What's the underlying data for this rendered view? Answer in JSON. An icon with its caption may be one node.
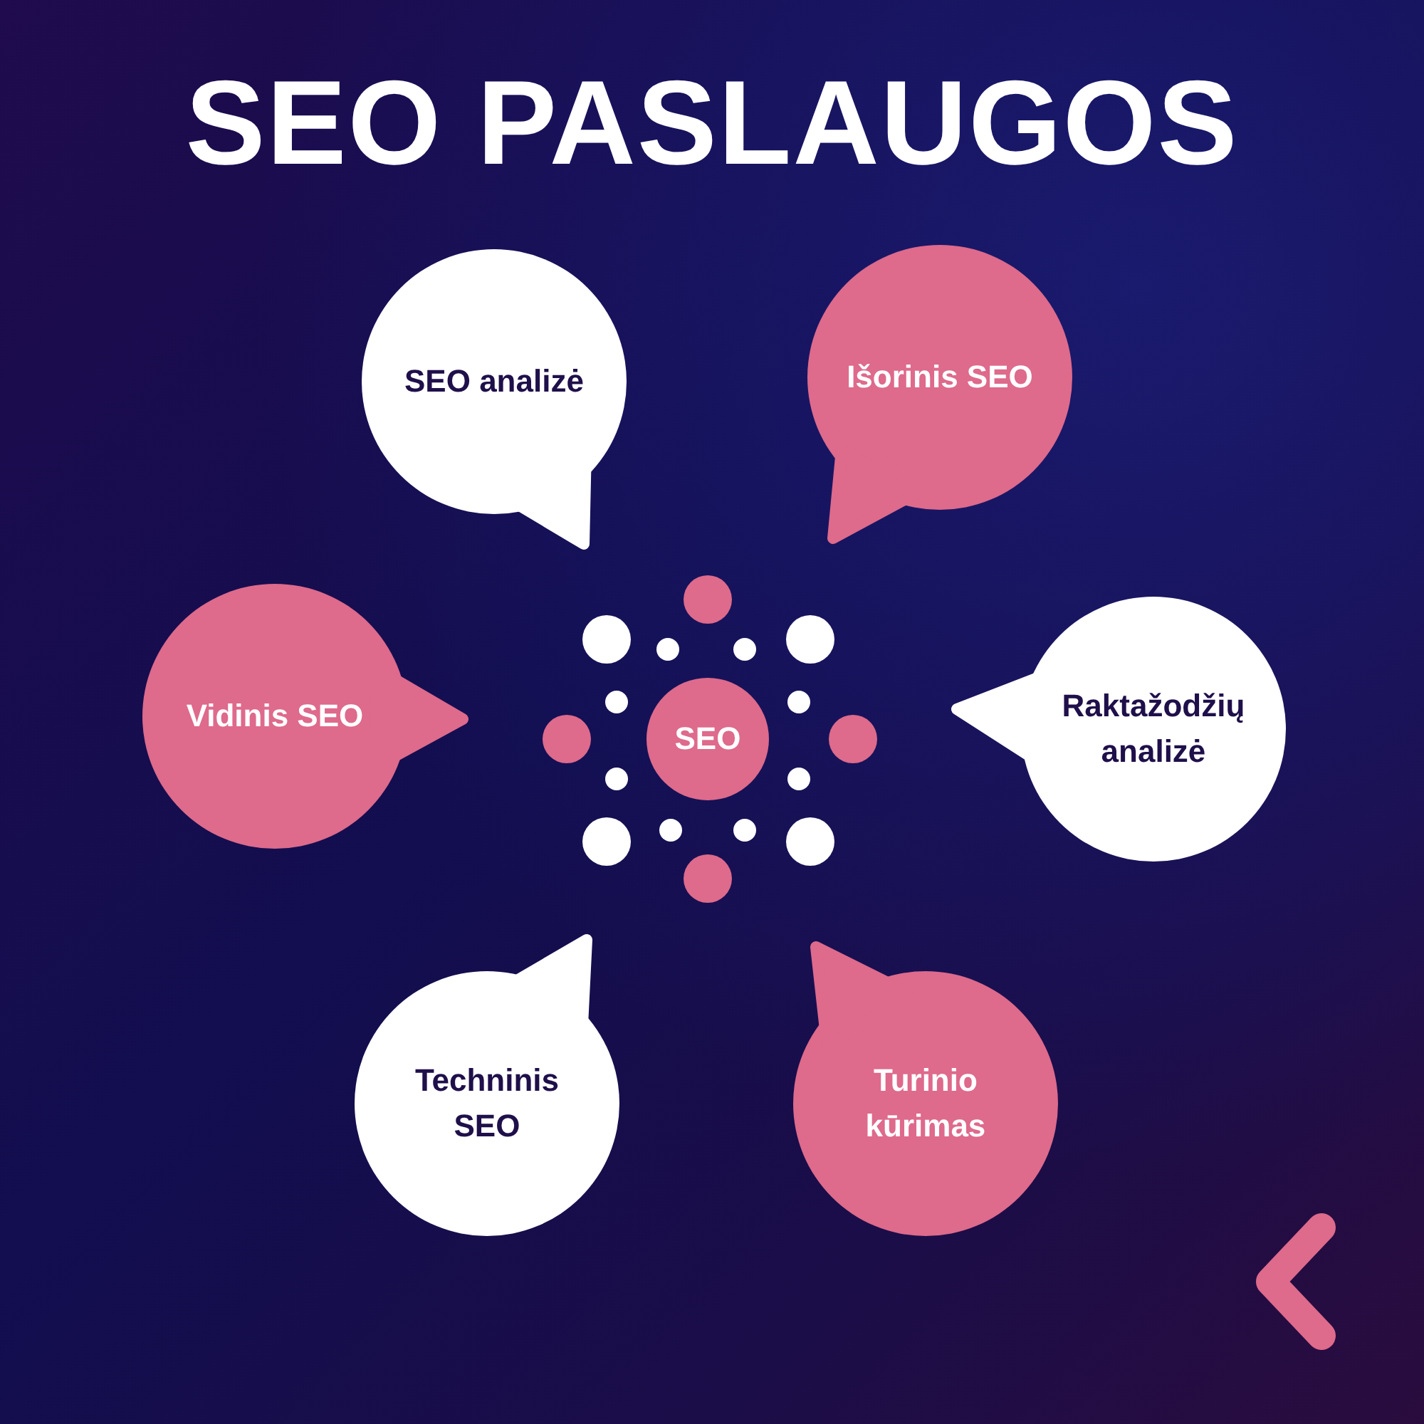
{
  "diagram": {
    "title": "SEO PASLAUGOS",
    "nodes": [
      {
        "text": [
          "SEO analizė"
        ]
      },
      {
        "text": [
          "Išorinis SEO"
        ]
      },
      {
        "text": [
          "Vidinis SEO"
        ]
      },
      {
        "text": [
          "SEO"
        ]
      },
      {
        "text": [
          "Raktažodžių analizė"
        ]
      },
      {
        "text": [
          "Techninis SEO"
        ]
      },
      {
        "text": [
          "Turinio kūrimas"
        ]
      }
    ]
  }
}
